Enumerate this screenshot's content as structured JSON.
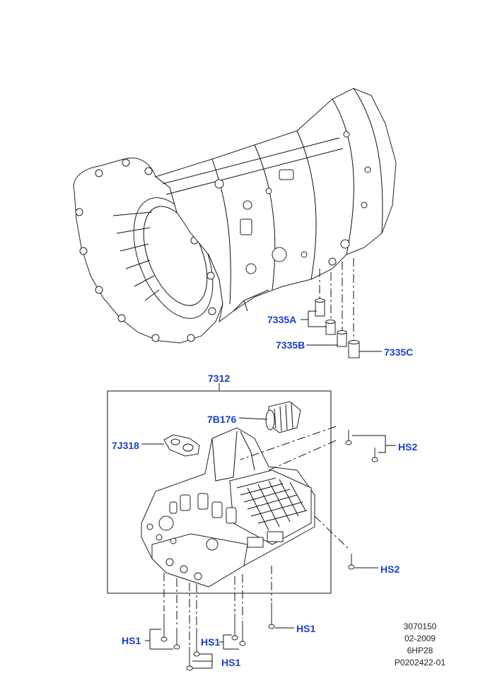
{
  "callouts": {
    "c7335A": "7335A",
    "c7335B": "7335B",
    "c7335C": "7335C",
    "c7312": "7312",
    "c7B176": "7B176",
    "c7J318": "7J318",
    "hs2_top": "HS2",
    "hs2_bottom": "HS2",
    "hs1_right": "HS1",
    "hs1_left": "HS1",
    "hs1_mid": "HS1",
    "hs1_bottom": "HS1"
  },
  "meta": {
    "line1": "3070150",
    "line2": "02-2009",
    "line3": "6HP28",
    "line4": "P0202422-01"
  },
  "colors": {
    "callout": "#1a3fd0",
    "line": "#111111"
  }
}
